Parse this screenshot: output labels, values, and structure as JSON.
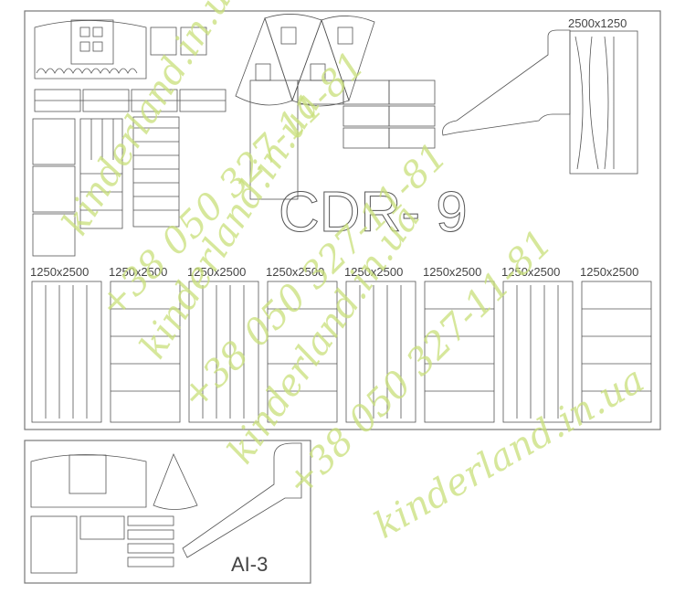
{
  "title": "CDR- 9",
  "top_sheet_label": "2500x1250",
  "sheet_labels": [
    "1250x2500",
    "1250x2500",
    "1250x2500",
    "1250x2500",
    "1250x2500",
    "1250x2500",
    "1250x2500",
    "1250x2500"
  ],
  "inset_label": "AI-3",
  "watermarks": {
    "site": "kinderland.in.ua",
    "phone": "+38 050 327-11-81"
  },
  "colors": {
    "watermark": "#c9e07a",
    "lines": "#555555"
  }
}
